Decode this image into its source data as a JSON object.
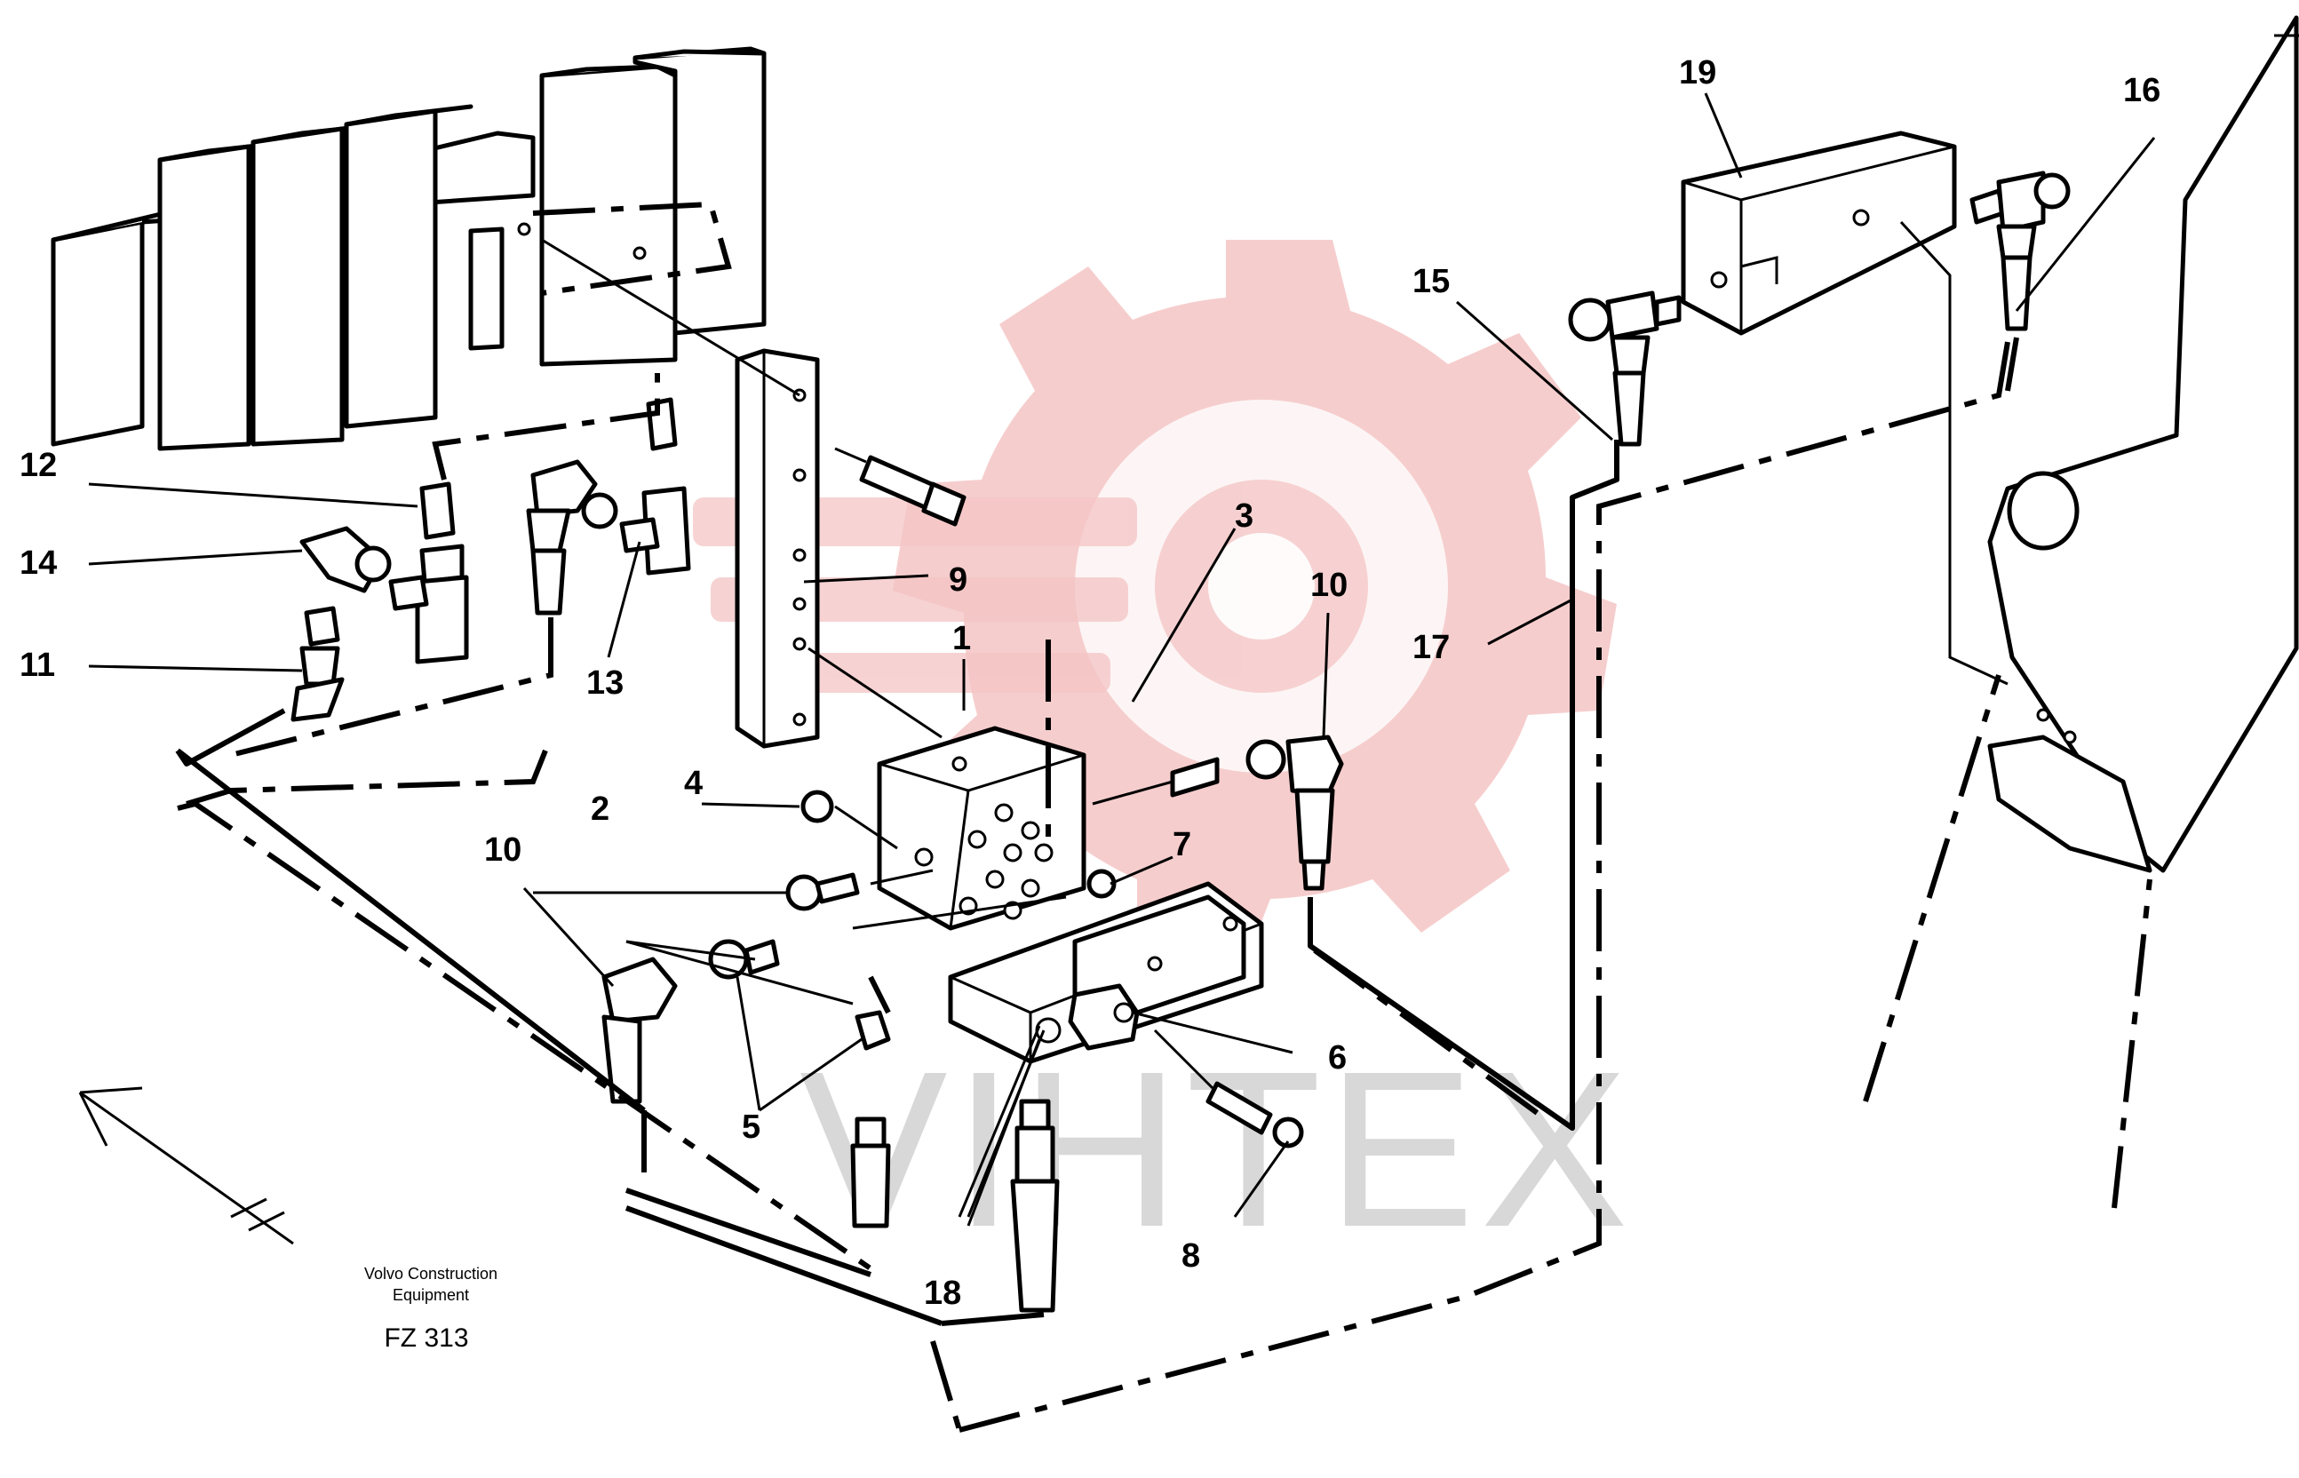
{
  "watermark": {
    "text": "VIHTEX",
    "gear_color": "#f4c4c4",
    "text_color": "#d8d8d8"
  },
  "footer": {
    "maker": "Volvo Construction Equipment",
    "code": "FZ 313"
  },
  "callouts": [
    {
      "id": "c1",
      "text": "1"
    },
    {
      "id": "c2",
      "text": "2"
    },
    {
      "id": "c3",
      "text": "3"
    },
    {
      "id": "c4",
      "text": "4"
    },
    {
      "id": "c5",
      "text": "5"
    },
    {
      "id": "c6",
      "text": "6"
    },
    {
      "id": "c7",
      "text": "7"
    },
    {
      "id": "c8",
      "text": "8"
    },
    {
      "id": "c9",
      "text": "9"
    },
    {
      "id": "c10a",
      "text": "10"
    },
    {
      "id": "c10b",
      "text": "10"
    },
    {
      "id": "c11",
      "text": "11"
    },
    {
      "id": "c12",
      "text": "12"
    },
    {
      "id": "c13",
      "text": "13"
    },
    {
      "id": "c14",
      "text": "14"
    },
    {
      "id": "c15",
      "text": "15"
    },
    {
      "id": "c16",
      "text": "16"
    },
    {
      "id": "c17",
      "text": "17"
    },
    {
      "id": "c18",
      "text": "18"
    },
    {
      "id": "c19",
      "text": "19"
    }
  ]
}
